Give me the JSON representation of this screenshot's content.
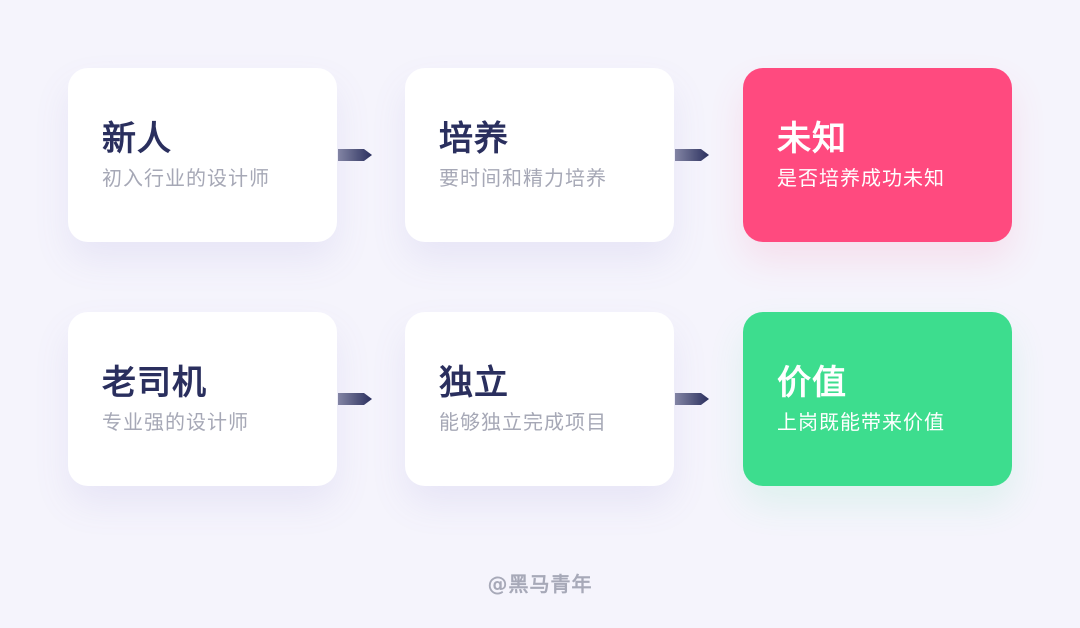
{
  "rows": [
    {
      "cards": [
        {
          "title": "新人",
          "desc": "初入行业的设计师"
        },
        {
          "title": "培养",
          "desc": "要时间和精力培养"
        },
        {
          "title": "未知",
          "desc": "是否培养成功未知",
          "color": "#ff4a7f"
        }
      ]
    },
    {
      "cards": [
        {
          "title": "老司机",
          "desc": "专业强的设计师"
        },
        {
          "title": "独立",
          "desc": "能够独立完成项目"
        },
        {
          "title": "价值",
          "desc": "上岗既能带来价值",
          "color": "#3ddd8e"
        }
      ]
    }
  ],
  "arrow_icon": "arrow-right-icon",
  "arrow_color": "#2a2f5e",
  "watermark": "@黑马青年"
}
